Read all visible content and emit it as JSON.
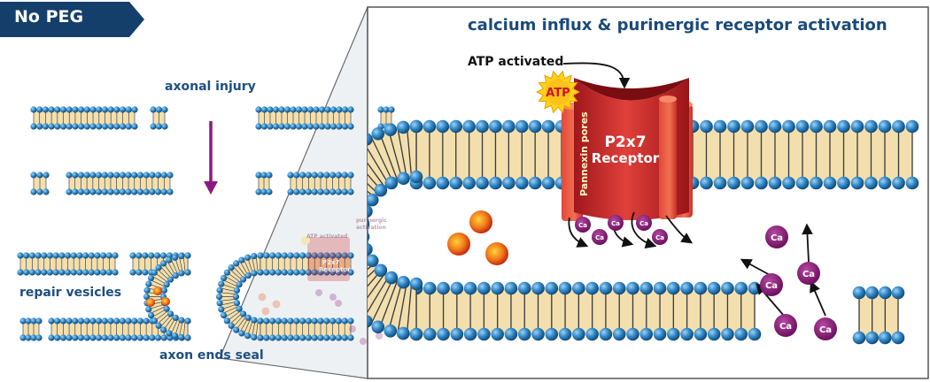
{
  "header_tag": "No PEG",
  "panel_title": "calcium influx & purinergic receptor activation",
  "labels": {
    "axonal_injury": "axonal injury",
    "repair_vesicles": "repair vesicles",
    "axon_ends_seal": "axon ends seal",
    "atp_activated": "ATP activated",
    "atp_badge": "ATP",
    "pannexin_pores": "Pannexin pores",
    "receptor_line1": "P2x7",
    "receptor_line2": "Receptor",
    "calcium_ion": "Ca",
    "ghost_atp": "ATP activated",
    "ghost_purinergic": "purinergic",
    "ghost_activation": "activation",
    "ghost_receptor_line1": "P2x7",
    "ghost_receptor_line2": "Receptor"
  },
  "colors": {
    "navy": "#143f6b",
    "label_blue": "#1d4f80",
    "lipid_head": "#2f86c6",
    "lipid_tail": "#f3dfae",
    "receptor_red": "#cc2a2a",
    "calcium_purple": "#8c1a78",
    "arrow_purple": "#8c1a82",
    "vesicle_orange": "#e8501d"
  },
  "icons": [
    "down-arrow-icon",
    "starburst-icon",
    "curved-arrow-icon"
  ]
}
